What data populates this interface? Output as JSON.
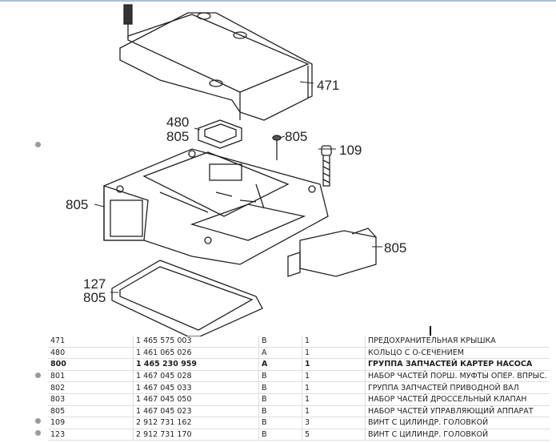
{
  "diagram": {
    "callouts": {
      "cover": "471",
      "ring": "480",
      "ring_set": "805",
      "screw_small_set": "805",
      "screw": "109",
      "housing_set": "805",
      "valve_set": "805",
      "gasket": "127",
      "gasket_set": "805"
    }
  },
  "table": {
    "rows": [
      {
        "pos": "471",
        "part": "1 465 575 003",
        "code": "B",
        "qty": "1",
        "desc": "ПРЕДОХРАНИТЕЛЬНАЯ КРЫШКА",
        "bold": false,
        "dot": false
      },
      {
        "pos": "480",
        "part": "1 461 065 026",
        "code": "A",
        "qty": "1",
        "desc": "КОЛЬЦО С О-СЕЧЕНИЕМ",
        "bold": false,
        "dot": false
      },
      {
        "pos": "800",
        "part": "1 465 230 959",
        "code": "A",
        "qty": "1",
        "desc": "ГРУППА ЗАПЧАСТЕЙ КАРТЕР НАСОСА",
        "bold": true,
        "dot": false
      },
      {
        "pos": "801",
        "part": "1 467 045 028",
        "code": "B",
        "qty": "1",
        "desc": "НАБОР ЧАСТЕЙ ПОРШ. МУФТЫ ОПЕР. ВПРЫС.",
        "bold": false,
        "dot": true
      },
      {
        "pos": "802",
        "part": "1 467 045 033",
        "code": "B",
        "qty": "1",
        "desc": "ГРУППА ЗАПЧАСТЕЙ ПРИВОДНОЙ ВАЛ",
        "bold": false,
        "dot": false
      },
      {
        "pos": "803",
        "part": "1 467 045 050",
        "code": "B",
        "qty": "1",
        "desc": "НАБОР ЧАСТЕЙ ДРОССЕЛЬНЫЙ КЛАПАН",
        "bold": false,
        "dot": false
      },
      {
        "pos": "805",
        "part": "1 467 045 023",
        "code": "B",
        "qty": "1",
        "desc": "НАБОР ЧАСТЕЙ УПРАВЛЯЮЩИЙ АППАРАТ",
        "bold": false,
        "dot": false
      },
      {
        "pos": "109",
        "part": "2 912 731 162",
        "code": "B",
        "qty": "3",
        "desc": "ВИНТ С ЦИЛИНДР. ГОЛОВКОЙ",
        "bold": false,
        "dot": true
      },
      {
        "pos": "123",
        "part": "2 912 731 170",
        "code": "B",
        "qty": "5",
        "desc": "ВИНТ С ЦИЛИНДР. ГОЛОВКОЙ",
        "bold": false,
        "dot": true
      }
    ]
  }
}
